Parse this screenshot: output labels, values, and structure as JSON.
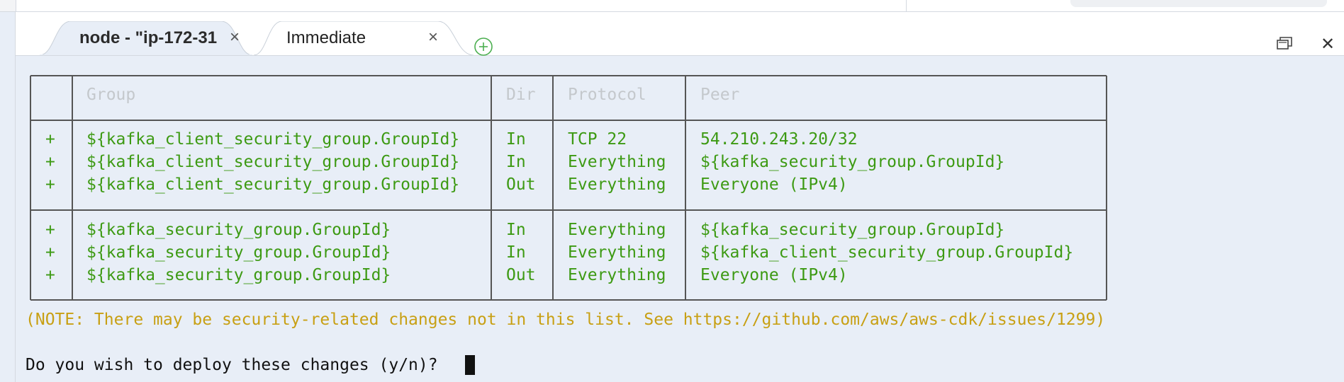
{
  "tabs": [
    {
      "label": "node - \"ip-172-31",
      "close_icon": "close-icon",
      "active": true
    },
    {
      "label": "Immediate",
      "close_icon": "close-icon",
      "active": false
    }
  ],
  "add_tab_icon": "plus-circle-icon",
  "window_controls": {
    "restore_icon": "restore-icon",
    "close_symbol": "✕"
  },
  "terminal": {
    "table": {
      "headers": [
        "",
        "Group",
        "Dir",
        "Protocol",
        "Peer"
      ],
      "groups": [
        [
          [
            "+",
            "${kafka_client_security_group.GroupId}",
            "In",
            "TCP 22",
            "54.210.243.20/32"
          ],
          [
            "+",
            "${kafka_client_security_group.GroupId}",
            "In",
            "Everything",
            "${kafka_security_group.GroupId}"
          ],
          [
            "+",
            "${kafka_client_security_group.GroupId}",
            "Out",
            "Everything",
            "Everyone (IPv4)"
          ]
        ],
        [
          [
            "+",
            "${kafka_security_group.GroupId}",
            "In",
            "Everything",
            "${kafka_security_group.GroupId}"
          ],
          [
            "+",
            "${kafka_security_group.GroupId}",
            "In",
            "Everything",
            "${kafka_client_security_group.GroupId}"
          ],
          [
            "+",
            "${kafka_security_group.GroupId}",
            "Out",
            "Everything",
            "Everyone (IPv4)"
          ]
        ]
      ]
    },
    "note": "(NOTE: There may be security-related changes not in this list. See https://github.com/aws/aws-cdk/issues/1299)",
    "prompt": "Do you wish to deploy these changes (y/n)? "
  },
  "colors": {
    "terminal_bg": "#e8eef7",
    "green": "#3d9a13",
    "header_grey": "#c4c8cc",
    "note_yellow": "#c8a014",
    "text_dark": "#111111",
    "add_tab_green": "#4caf50"
  }
}
